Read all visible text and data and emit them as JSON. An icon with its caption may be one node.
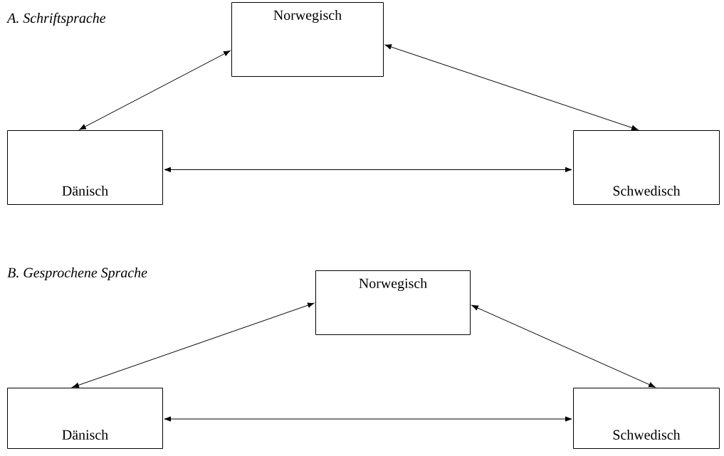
{
  "diagram": {
    "nodes": [
      {
        "text": [
          "Norwegisch"
        ]
      },
      {
        "text": [
          "Dänisch"
        ]
      },
      {
        "text": [
          "Schwedisch"
        ]
      },
      {
        "text": [
          "Norwegisch"
        ]
      },
      {
        "text": [
          "Dänisch"
        ]
      },
      {
        "text": [
          "Schwedisch"
        ]
      }
    ],
    "edges": [
      {
        "from": 0,
        "to": 1,
        "arrow": "both"
      },
      {
        "from": 0,
        "to": 2,
        "arrow": "both"
      },
      {
        "from": 1,
        "to": 2,
        "arrow": "both"
      },
      {
        "from": 3,
        "to": 4,
        "arrow": "both"
      },
      {
        "from": 3,
        "to": 5,
        "arrow": "both"
      },
      {
        "from": 4,
        "to": 5,
        "arrow": "both"
      }
    ],
    "labels": [
      "A. Schriftsprache",
      "B. Gesprochene Sprache"
    ]
  }
}
